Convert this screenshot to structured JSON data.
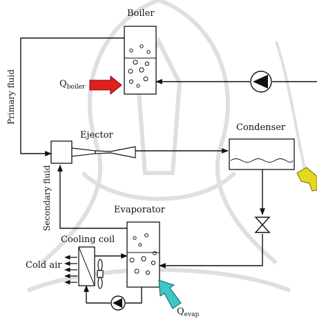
{
  "labels": {
    "boiler": "Boiler",
    "ejector": "Ejector",
    "condenser": "Condenser",
    "evaporator": "Evaporator",
    "cooling_coil": "Cooling coil",
    "cold_air": "Cold air",
    "primary_fluid": "Primary fluid",
    "secondary_fluid": "Secondary fluid",
    "q_boiler_main": "Q",
    "q_boiler_sub": "boiler",
    "q_evap_main": "Q",
    "q_evap_sub": "evap"
  },
  "colors": {
    "line": "#111111",
    "boiler_heat_arrow": "#e02020",
    "evap_heat_arrow": "#3cc6c6",
    "condenser_heat_arrow": "#e6d81e",
    "watermark": "#d9d9d9"
  },
  "icons": {
    "pump": "pump-icon",
    "expansion_valve": "expansion-valve-icon",
    "fan": "fan-icon"
  }
}
